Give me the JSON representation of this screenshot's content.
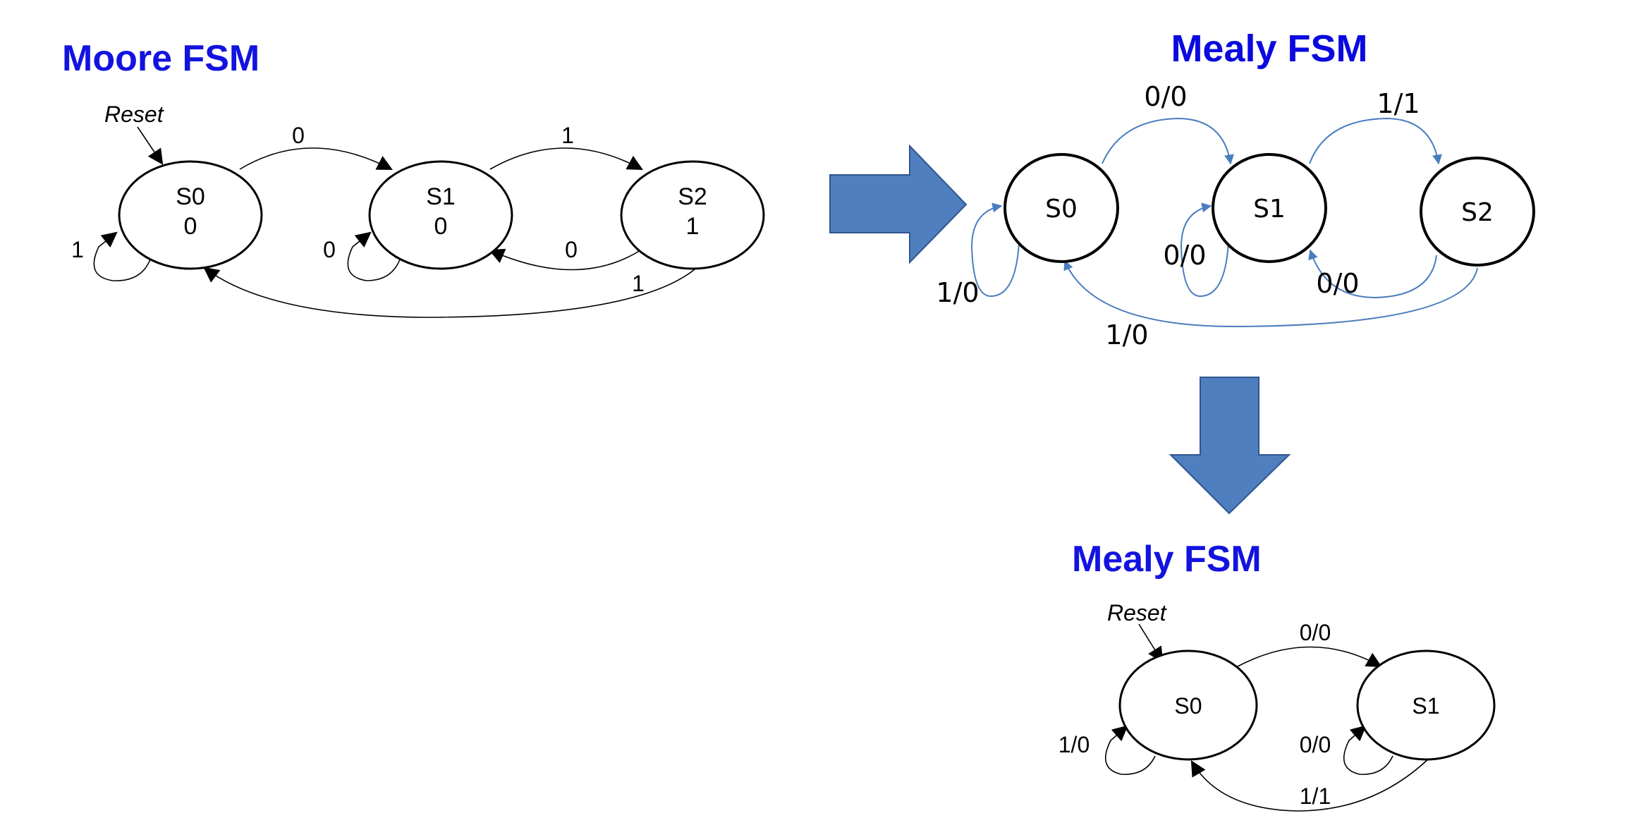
{
  "moore": {
    "title": "Moore FSM",
    "reset": "Reset",
    "states": [
      {
        "name": "S0",
        "output": "0"
      },
      {
        "name": "S1",
        "output": "0"
      },
      {
        "name": "S2",
        "output": "1"
      }
    ],
    "edges": {
      "s0_s1": "0",
      "s1_s2": "1",
      "s2_s1": "0",
      "s2_s0": "1",
      "s0_self": "1",
      "s1_self": "0"
    }
  },
  "mealy3": {
    "title": "Mealy FSM",
    "states": [
      "S0",
      "S1",
      "S2"
    ],
    "edges": {
      "s0_s1": "0/0",
      "s1_s2": "1/1",
      "s2_s1": "0/0",
      "s2_s0": "1/0",
      "s0_self": "1/0",
      "s1_self": "0/0"
    }
  },
  "mealy2": {
    "title": "Mealy FSM",
    "reset": "Reset",
    "states": [
      "S0",
      "S1"
    ],
    "edges": {
      "s0_s1": "0/0",
      "s1_s0": "1/1",
      "s0_self": "1/0",
      "s1_self": "0/0"
    }
  },
  "colors": {
    "title": "#0a0adf",
    "mealy_edge": "#4a7dbf",
    "big_arrow": "#4f7fbf"
  }
}
